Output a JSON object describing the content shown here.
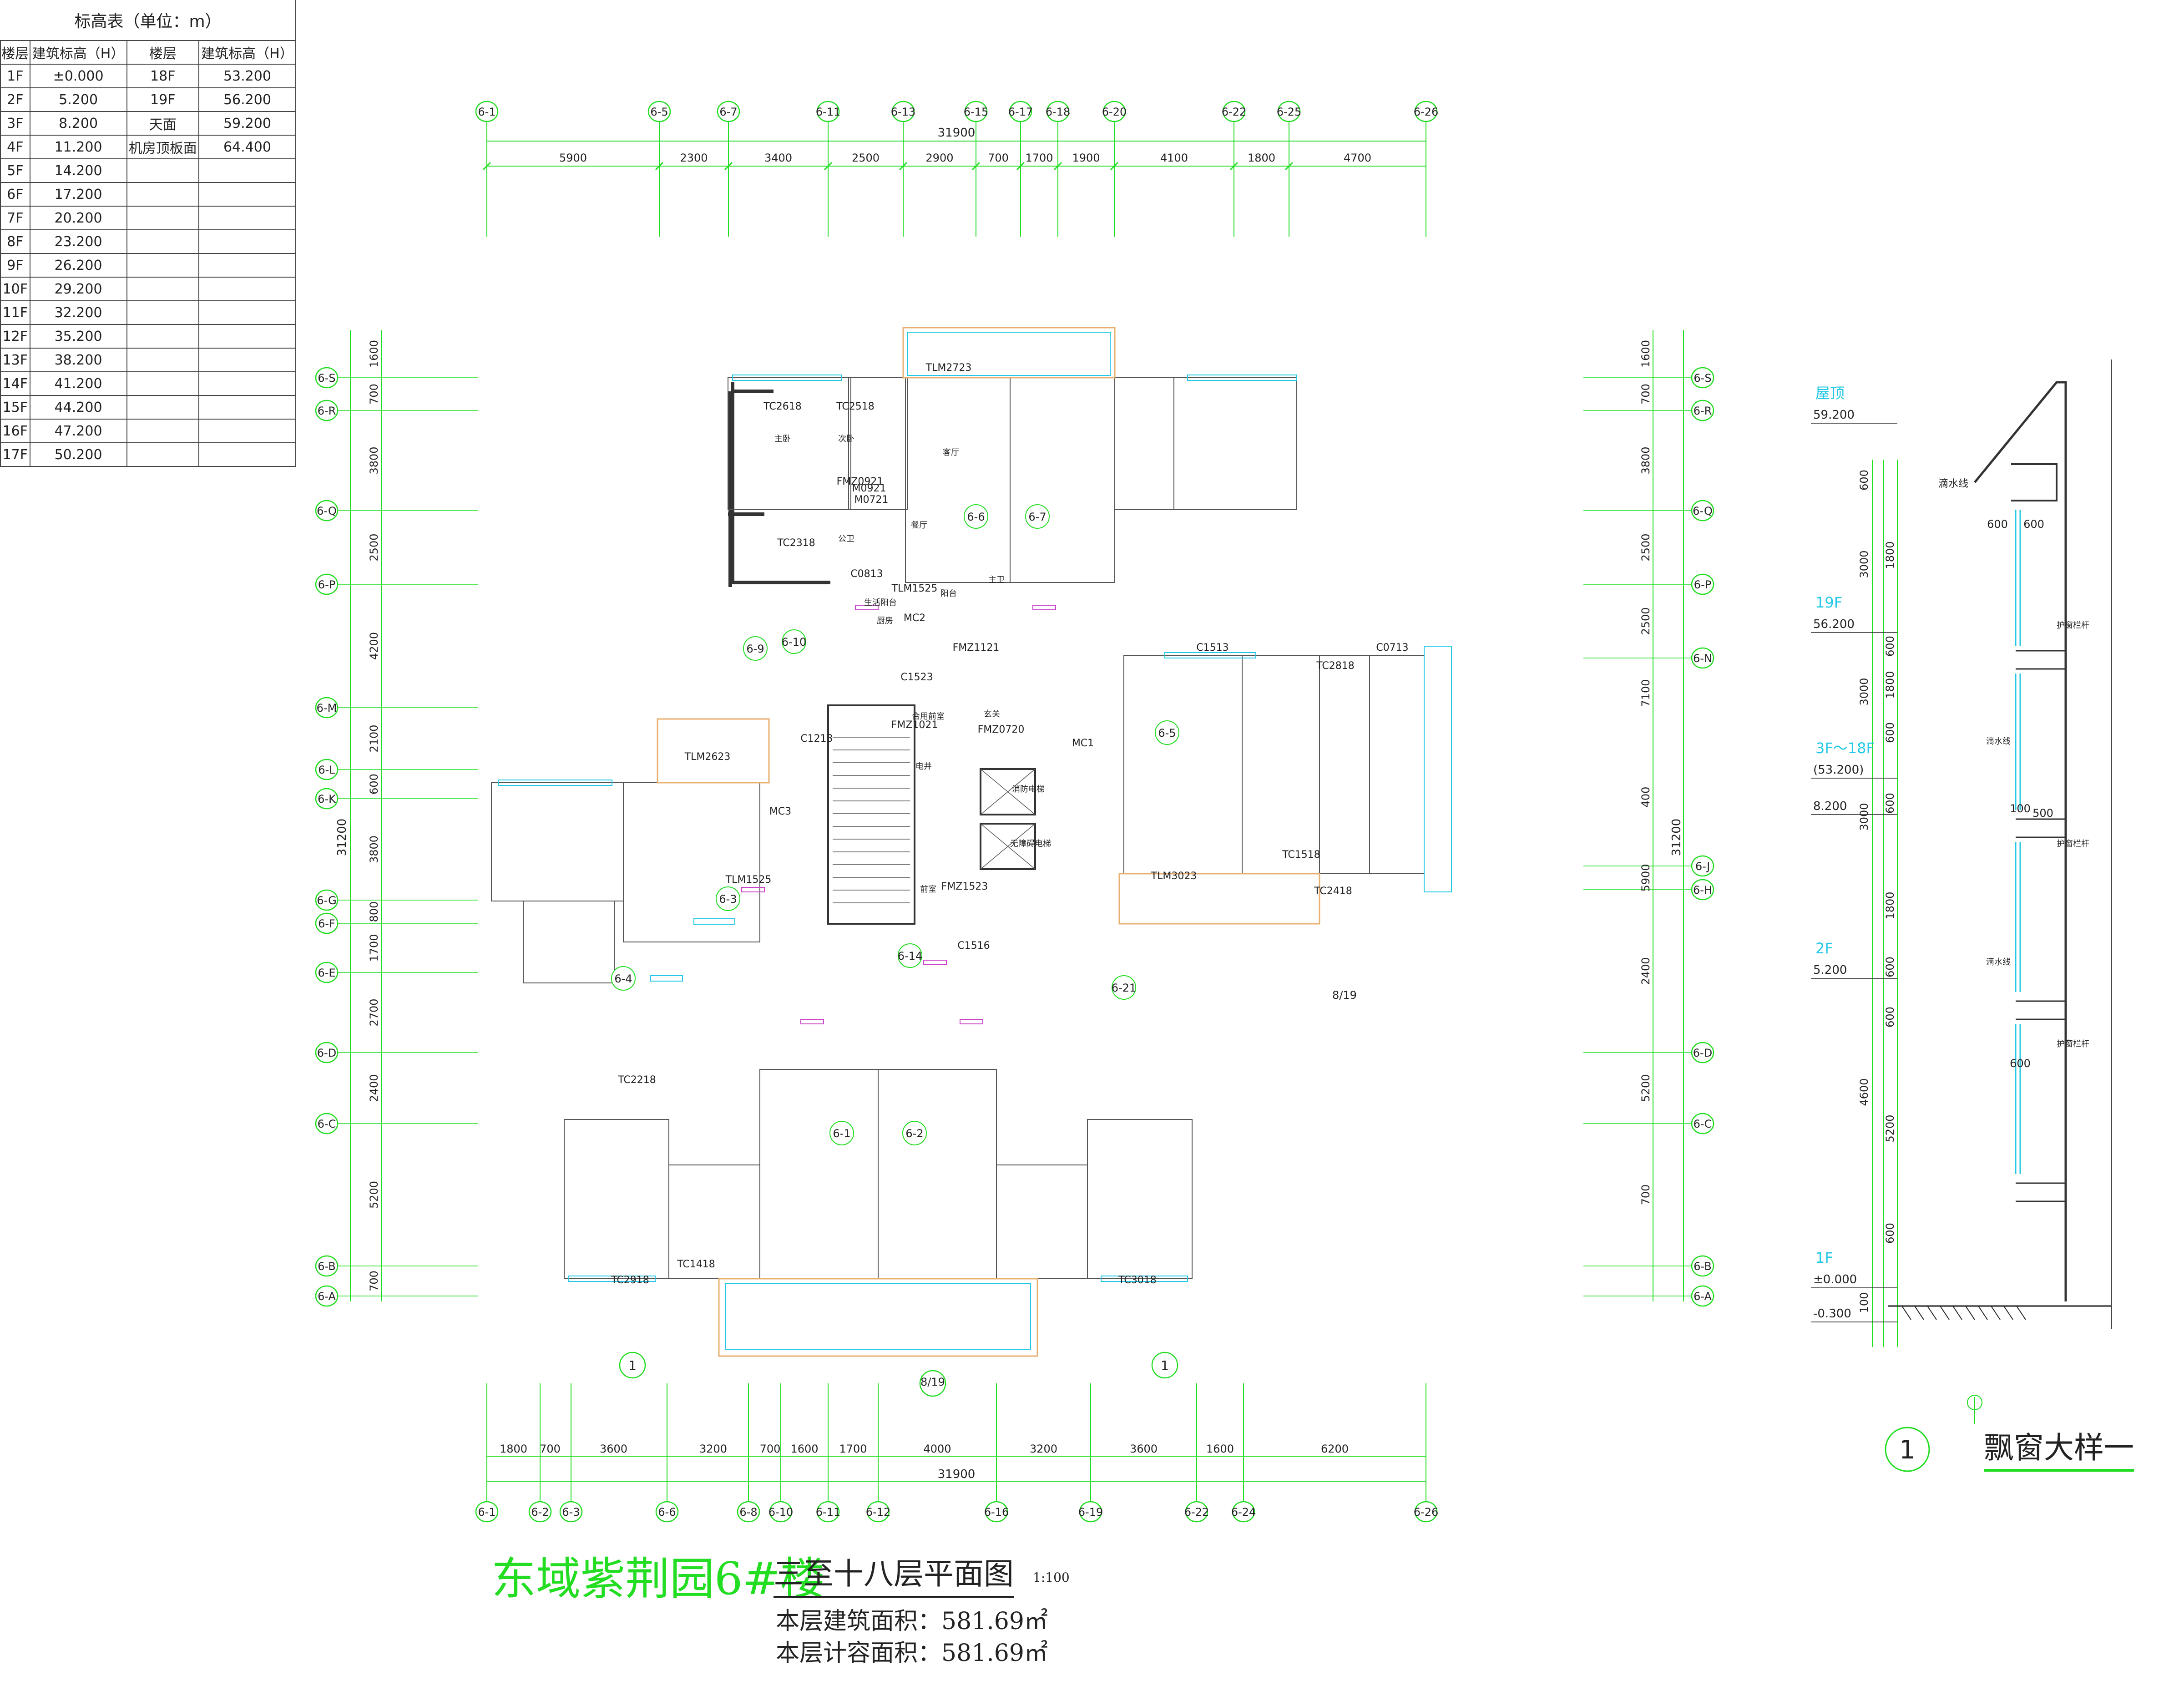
{
  "elevation_table": {
    "title": "标高表（单位：m）",
    "headers": [
      "楼层",
      "建筑标高（H）",
      "楼层",
      "建筑标高（H）"
    ],
    "rows": [
      [
        "1F",
        "±0.000",
        "18F",
        "53.200"
      ],
      [
        "2F",
        "5.200",
        "19F",
        "56.200"
      ],
      [
        "3F",
        "8.200",
        "天面",
        "59.200"
      ],
      [
        "4F",
        "11.200",
        "机房顶板面",
        "64.400"
      ],
      [
        "5F",
        "14.200",
        "",
        ""
      ],
      [
        "6F",
        "17.200",
        "",
        ""
      ],
      [
        "7F",
        "20.200",
        "",
        ""
      ],
      [
        "8F",
        "23.200",
        "",
        ""
      ],
      [
        "9F",
        "26.200",
        "",
        ""
      ],
      [
        "10F",
        "29.200",
        "",
        ""
      ],
      [
        "11F",
        "32.200",
        "",
        ""
      ],
      [
        "12F",
        "35.200",
        "",
        ""
      ],
      [
        "13F",
        "38.200",
        "",
        ""
      ],
      [
        "14F",
        "41.200",
        "",
        ""
      ],
      [
        "15F",
        "44.200",
        "",
        ""
      ],
      [
        "16F",
        "47.200",
        "",
        ""
      ],
      [
        "17F",
        "50.200",
        "",
        ""
      ]
    ]
  },
  "plan": {
    "project_title": "东域紫荆园6#楼",
    "drawing_title": "三至十八层平面图",
    "scale": "1:100",
    "floor_area": "本层建筑面积：581.69㎡",
    "volume_area": "本层计容面积：581.69㎡",
    "top_axes": [
      "6-1",
      "6-5",
      "6-7",
      "6-11",
      "6-13",
      "6-15",
      "6-17",
      "6-18",
      "6-20",
      "6-22",
      "6-25",
      "6-26"
    ],
    "top_dims": [
      "5900",
      "2300",
      "3400",
      "2500",
      "2900",
      "700",
      "1700",
      "1900",
      "4100",
      "1800",
      "4700"
    ],
    "top_total": "31900",
    "bottom_axes": [
      "6-1",
      "6-2",
      "6-3",
      "6-6",
      "6-8",
      "6-10",
      "6-11",
      "6-12",
      "6-16",
      "6-19",
      "6-22",
      "6-24",
      "6-26"
    ],
    "bottom_dims": [
      "1800",
      "700",
      "3600",
      "3200",
      "700",
      "1600",
      "1700",
      "4000",
      "3200",
      "3600",
      "1600",
      "6200"
    ],
    "bottom_total": "31900",
    "left_axes": [
      "6-S",
      "6-R",
      "6-Q",
      "6-P",
      "6-M",
      "6-L",
      "6-K",
      "6-G",
      "6-F",
      "6-E",
      "6-D",
      "6-C",
      "6-B",
      "6-A"
    ],
    "left_dims": [
      "1600",
      "700",
      "3800",
      "2500",
      "4200",
      "2100",
      "600",
      "3800",
      "800",
      "1700",
      "2700",
      "2400",
      "5200",
      "700"
    ],
    "left_total": "31200",
    "right_axes": [
      "6-S",
      "6-R",
      "6-Q",
      "6-P",
      "6-N",
      "6-J",
      "6-H",
      "6-D",
      "6-C",
      "6-B",
      "6-A"
    ],
    "right_dims": [
      "1600",
      "700",
      "3800",
      "2500",
      "2500",
      "7100",
      "400",
      "5900",
      "2400",
      "5200",
      "700"
    ],
    "right_total": "31200",
    "units": [
      "6-1",
      "6-2",
      "6-3",
      "6-4",
      "6-5",
      "6-6",
      "6-7",
      "6-9",
      "6-10",
      "6-14",
      "6-21"
    ],
    "room_labels": [
      "主卧",
      "次卧",
      "客厅",
      "餐厅",
      "厨房",
      "阳台",
      "生活阳台",
      "公卫",
      "主卫",
      "玄关",
      "电井",
      "合用前室",
      "消防电梯",
      "无障碍电梯",
      "前室"
    ],
    "tags": [
      "TC2618",
      "TC2518",
      "TLM2723",
      "TC2318",
      "C0813",
      "M0721",
      "M0921",
      "FMZ0921",
      "TLM1525",
      "MC2",
      "FMZ1121",
      "C1513",
      "C0713",
      "TC2818",
      "TLM2623",
      "MC3",
      "TLM1525",
      "MC1",
      "TLM3023",
      "TC1518",
      "TC2418",
      "C1516",
      "C1213",
      "TC2218",
      "TC2918",
      "TC1418",
      "TC3018",
      "FMZ1523",
      "FMZ0720",
      "FMZ1021",
      "C1523"
    ],
    "section_marks": [
      "8/19",
      "8/19",
      "1",
      "1"
    ]
  },
  "detail": {
    "title": "飘窗大样一",
    "mark": "1",
    "levels": [
      {
        "name": "屋顶",
        "value": "59.200"
      },
      {
        "name": "19F",
        "value": "56.200"
      },
      {
        "name": "3F～18F",
        "value": "(53.200)"
      },
      {
        "name": "",
        "value": "8.200"
      },
      {
        "name": "2F",
        "value": "5.200"
      },
      {
        "name": "1F",
        "value": "±0.000"
      },
      {
        "name": "",
        "value": "-0.300"
      }
    ],
    "dims_outer": [
      "600",
      "3000",
      "3000",
      "3000",
      "4600",
      "100"
    ],
    "dims_inner": [
      "1800",
      "600",
      "1800",
      "600",
      "600",
      "1800",
      "600",
      "600",
      "5200",
      "600"
    ],
    "notes": [
      "滴水线",
      "护窗栏杆"
    ],
    "widths": [
      "600",
      "600",
      "500",
      "100",
      "600"
    ]
  },
  "colors": {
    "axis": "#22dd22",
    "wall": "#333333",
    "window": "#22c8e6",
    "door": "#cc44cc",
    "balcony": "#e8b070",
    "text": "#222222"
  }
}
